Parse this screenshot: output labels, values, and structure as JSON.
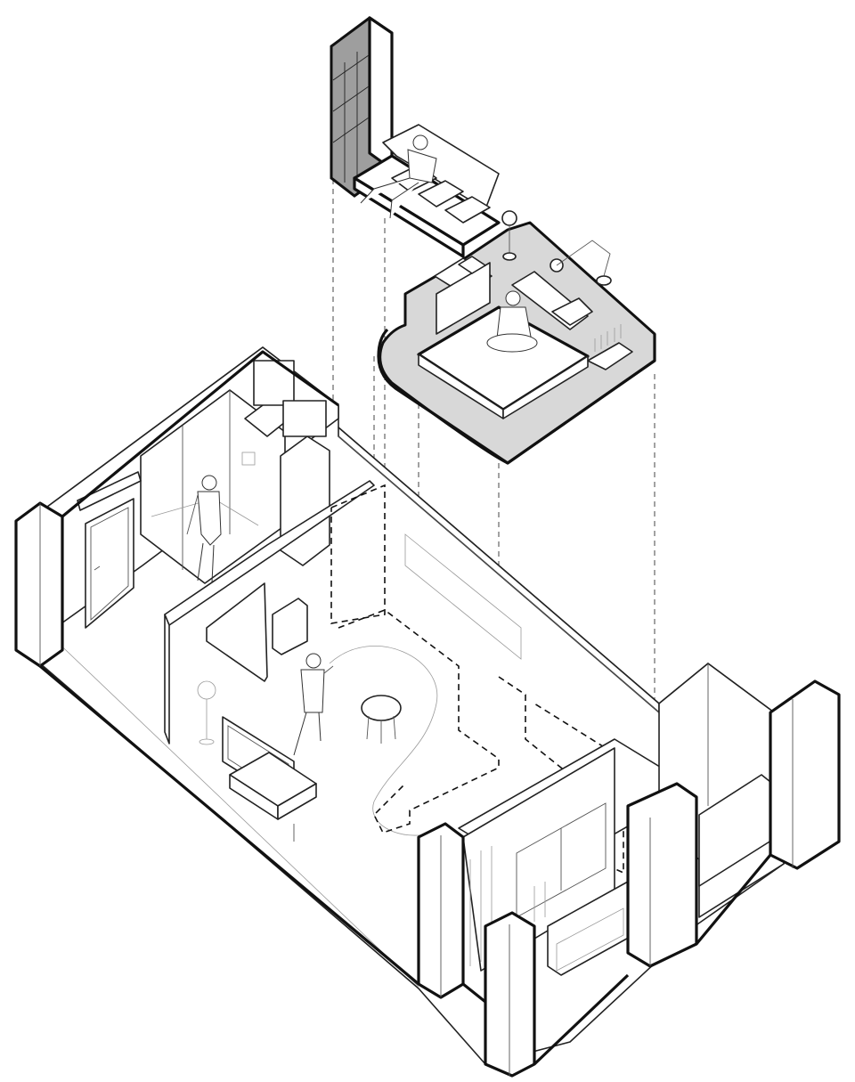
{
  "diagram": {
    "type": "axonometric apartment diagram",
    "colors": {
      "line": "#111111",
      "loft_fill": "#d8d8d8",
      "shelf_fill": "#9e9e9e",
      "background": "#ffffff"
    },
    "parts": [
      "loft-bookshelf",
      "loft-sofa",
      "loft-bed-platform",
      "apartment-floor-plan",
      "bathroom",
      "entry-door",
      "living-area",
      "window-bay",
      "projection-lines"
    ]
  }
}
